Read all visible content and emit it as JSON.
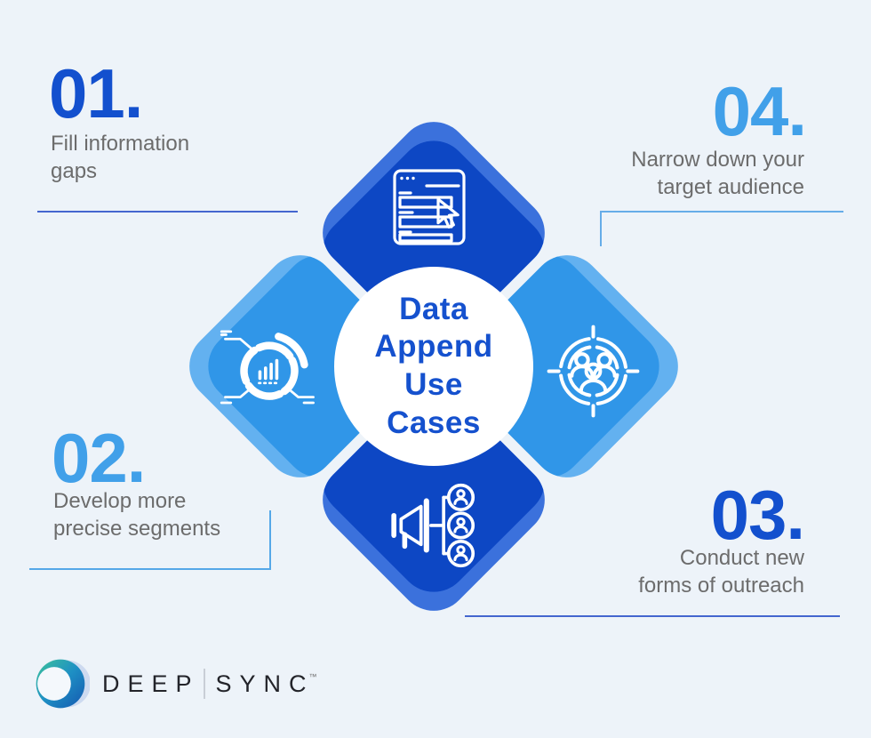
{
  "title": "Data Append Use Cases infographic",
  "colors": {
    "background": "#EDF3F9",
    "royal_blue": "#0D47C4",
    "royal_blue_light": "#3B71DC",
    "sky_blue": "#3096E8",
    "sky_blue_light": "#63B1F0",
    "number_dark": "#1350CE",
    "number_light": "#41A0E9",
    "label_gray": "#6C6C6C",
    "connector_dark": "#4466CF",
    "connector_light": "#66ACE8",
    "center_text": "#1551CE",
    "icon_stroke": "#FFFFFF",
    "logo_teal": "#3DC49A",
    "logo_blue": "#1458B0"
  },
  "center": {
    "lines": [
      "Data",
      "Append",
      "Use",
      "Cases"
    ]
  },
  "steps": [
    {
      "number": "01.",
      "label_line1": "Fill information",
      "label_line2": "gaps"
    },
    {
      "number": "02.",
      "label_line1": "Develop more",
      "label_line2": "precise segments"
    },
    {
      "number": "03.",
      "label_line1": "Conduct new",
      "label_line2": "forms of outreach"
    },
    {
      "number": "04.",
      "label_line1": "Narrow down your",
      "label_line2": "target audience"
    }
  ],
  "quadrants": [
    {
      "position": "top",
      "icon": "browser-form-icon"
    },
    {
      "position": "left",
      "icon": "analytics-chart-icon"
    },
    {
      "position": "right",
      "icon": "target-audience-icon"
    },
    {
      "position": "bottom",
      "icon": "megaphone-outreach-icon"
    }
  ],
  "logo": {
    "word1": "DEEP",
    "word2": "SYNC",
    "trademark": "™"
  }
}
